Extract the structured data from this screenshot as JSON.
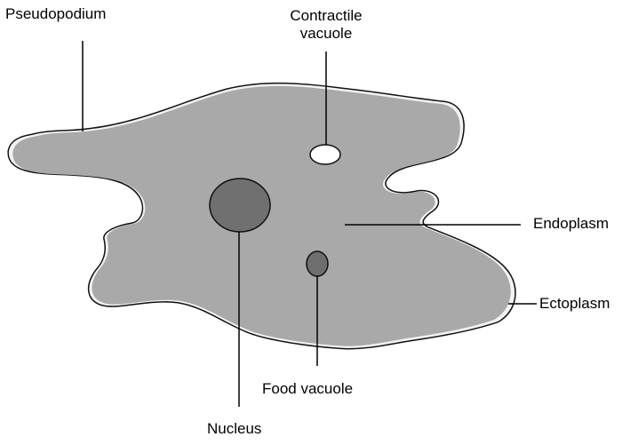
{
  "labels": {
    "pseudopodium": "Pseudopodium",
    "contractile_vacuole_line1": "Contractile",
    "contractile_vacuole_line2": "vacuole",
    "endoplasm": "Endoplasm",
    "ectoplasm": "Ectoplasm",
    "food_vacuole": "Food vacuole",
    "nucleus": "Nucleus"
  },
  "colors": {
    "cytoplasm_fill": "#a9a9a9",
    "cell_outline": "#111111",
    "ectoplasm_edge": "#f2f2f2",
    "nucleus": "#707070",
    "food_vacuole": "#6e6e6e",
    "contractile_vacuole": "#ffffff",
    "leader_line": "#000000"
  }
}
